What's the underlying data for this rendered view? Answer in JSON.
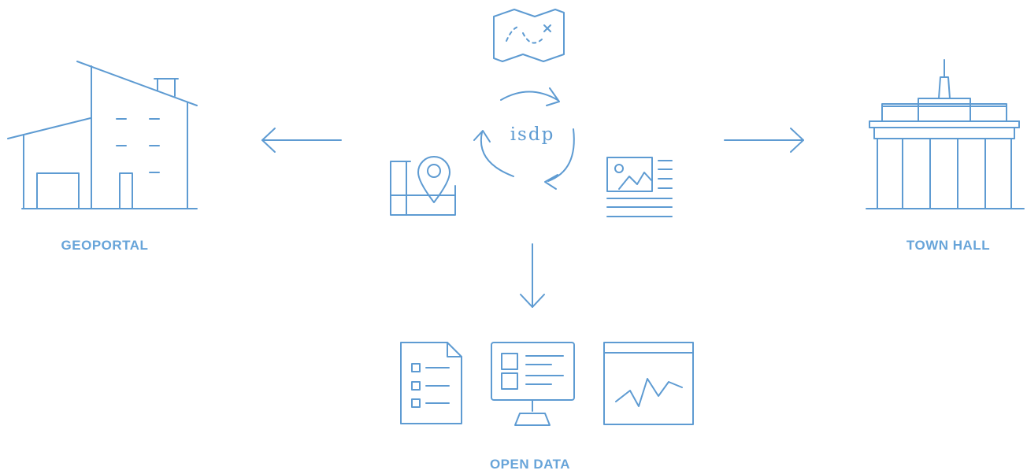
{
  "diagram": {
    "center_label": "isdp",
    "nodes": {
      "geoportal": {
        "label": "GEOPORTAL",
        "icon": "house-icon"
      },
      "town_hall": {
        "label": "TOWN HALL",
        "icon": "town-hall-icon"
      },
      "open_data": {
        "label": "OPEN DATA",
        "icons": [
          "document-checklist-icon",
          "monitor-icon",
          "chart-window-icon"
        ]
      }
    },
    "cycle_icons": [
      "treasure-map-icon",
      "map-pin-icon",
      "article-image-icon"
    ],
    "colors": {
      "line": "#5e9bd2",
      "label": "#67a4d9",
      "background": "#ffffff"
    }
  }
}
